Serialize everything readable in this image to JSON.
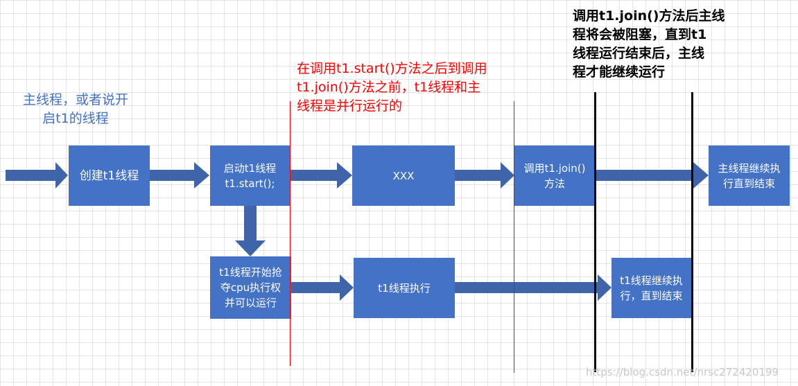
{
  "notes": {
    "main_thread_label": "主线程，或者说开\n启t1的线程",
    "parallel_note": "在调用t1.start()方法之后到调用\nt1.join()方法之前，t1线程和主\n线程是并行运行的",
    "join_note": "调用t1.join()方法后主线\n程将会被阻塞，直到t1\n线程运行结束后，主线\n程才能继续运行"
  },
  "boxes": {
    "create_t1": "创建t1线程",
    "start_t1": "启动t1线程\nt1.start();",
    "xxx": "XXX",
    "call_join": "调用t1.join()\n方法",
    "main_continue": "主线程继续执\n行直到结束",
    "t1_compete_cpu": "t1线程开始抢\n夺cpu执行权\n并可以运行",
    "t1_executing": "t1线程执行",
    "t1_continue": "t1线程继续执\n行，直到结束"
  },
  "watermark": "https://blog.csdn.net/nrsc272420199",
  "colors": {
    "box_fill": "#4472c4",
    "arrow_fill": "#3f64a7",
    "note_blue": "#4472c4",
    "note_red": "#ff0000",
    "note_black": "#000000"
  }
}
